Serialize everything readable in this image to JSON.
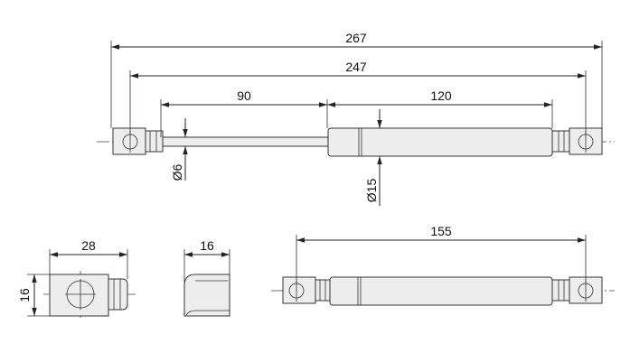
{
  "dimensions": {
    "overall_length": "267",
    "eye_to_eye_length": "247",
    "rod_exposed_length": "90",
    "cylinder_length": "120",
    "rod_diameter": "Ø6",
    "cylinder_diameter": "Ø15",
    "end_fitting_length": "28",
    "end_fitting_height": "16",
    "end_fitting_width": "16",
    "compressed_length": "155"
  }
}
